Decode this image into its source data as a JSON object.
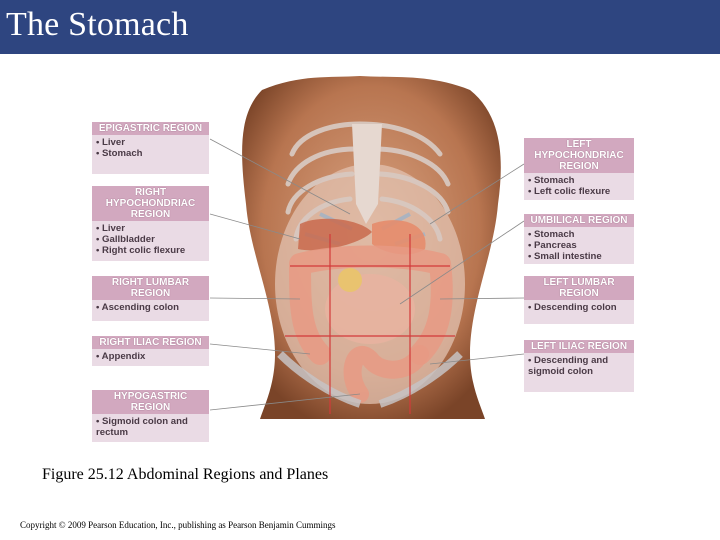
{
  "slide": {
    "title": "The Stomach",
    "caption": "Figure 25.12 Abdominal Regions and Planes",
    "copyright": "Copyright © 2009 Pearson Education, Inc., publishing as Pearson Benjamin Cummings"
  },
  "regions": {
    "epigastric": {
      "heading": "EPIGASTRIC REGION",
      "items": [
        "Liver",
        "Stomach"
      ]
    },
    "right_hypochondriac": {
      "heading": "RIGHT HYPOCHONDRIAC REGION",
      "items": [
        "Liver",
        "Gallbladder",
        "Right colic flexure"
      ]
    },
    "right_lumbar": {
      "heading": "RIGHT LUMBAR REGION",
      "items": [
        "Ascending colon"
      ]
    },
    "right_iliac": {
      "heading": "RIGHT ILIAC REGION",
      "items": [
        "Appendix"
      ]
    },
    "hypogastric": {
      "heading": "HYPOGASTRIC REGION",
      "items": [
        "Sigmoid colon and rectum"
      ]
    },
    "left_hypochondriac": {
      "heading": "LEFT HYPOCHONDRIAC REGION",
      "items": [
        "Stomach",
        "Left colic flexure"
      ]
    },
    "umbilical": {
      "heading": "UMBILICAL REGION",
      "items": [
        "Stomach",
        "Pancreas",
        "Small intestine"
      ]
    },
    "left_lumbar": {
      "heading": "LEFT LUMBAR REGION",
      "items": [
        "Descending colon"
      ]
    },
    "left_iliac": {
      "heading": "LEFT ILIAC REGION",
      "items": [
        "Descending and sigmoid colon"
      ]
    }
  },
  "colors": {
    "title_bar": "#2e4580",
    "label_header": "#d2a8bf",
    "label_body": "#eadbe5",
    "plane_lines": "#d23a3a"
  }
}
